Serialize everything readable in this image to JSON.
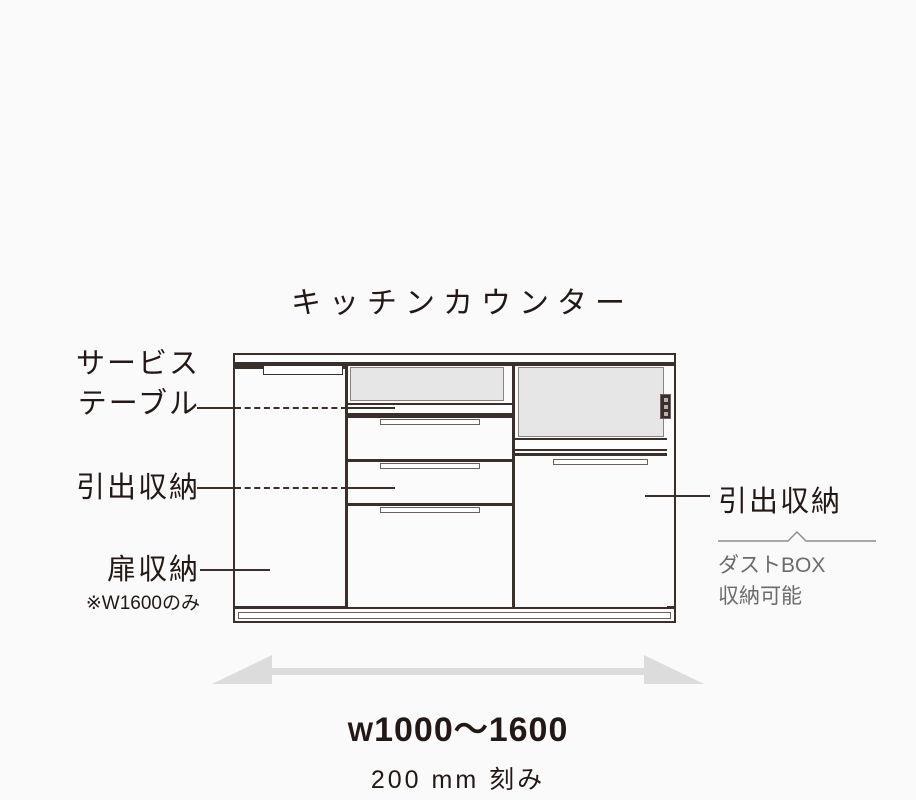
{
  "title": "キッチンカウンター",
  "labels": {
    "service_table": [
      "サービス",
      "テーブル"
    ],
    "drawer_left": "引出収納",
    "door": "扉収納",
    "door_note": "※W1600のみ",
    "drawer_right": "引出収納",
    "dust_box": [
      "ダストBOX",
      "収納可能"
    ]
  },
  "dimension": {
    "width_prefix": "W",
    "width_range": "1000～1600",
    "increment": "200 mm 刻み"
  },
  "colors": {
    "background": "#fafafa",
    "line": "#231815",
    "outline": "#3b2f2b",
    "panel_gray": "#e6e6e6",
    "arrow_gray": "#dcdcdc",
    "muted_text": "#6b6b6b"
  },
  "diagram": {
    "sections": [
      {
        "name": "door-storage",
        "label": "扉収納"
      },
      {
        "name": "middle-drawers",
        "label": "引出収納",
        "drawer_count": 3
      },
      {
        "name": "right-drawer",
        "label": "引出収納",
        "drawer_count": 1
      }
    ],
    "service_table_panels": 2,
    "outlet": "power-outlet"
  }
}
